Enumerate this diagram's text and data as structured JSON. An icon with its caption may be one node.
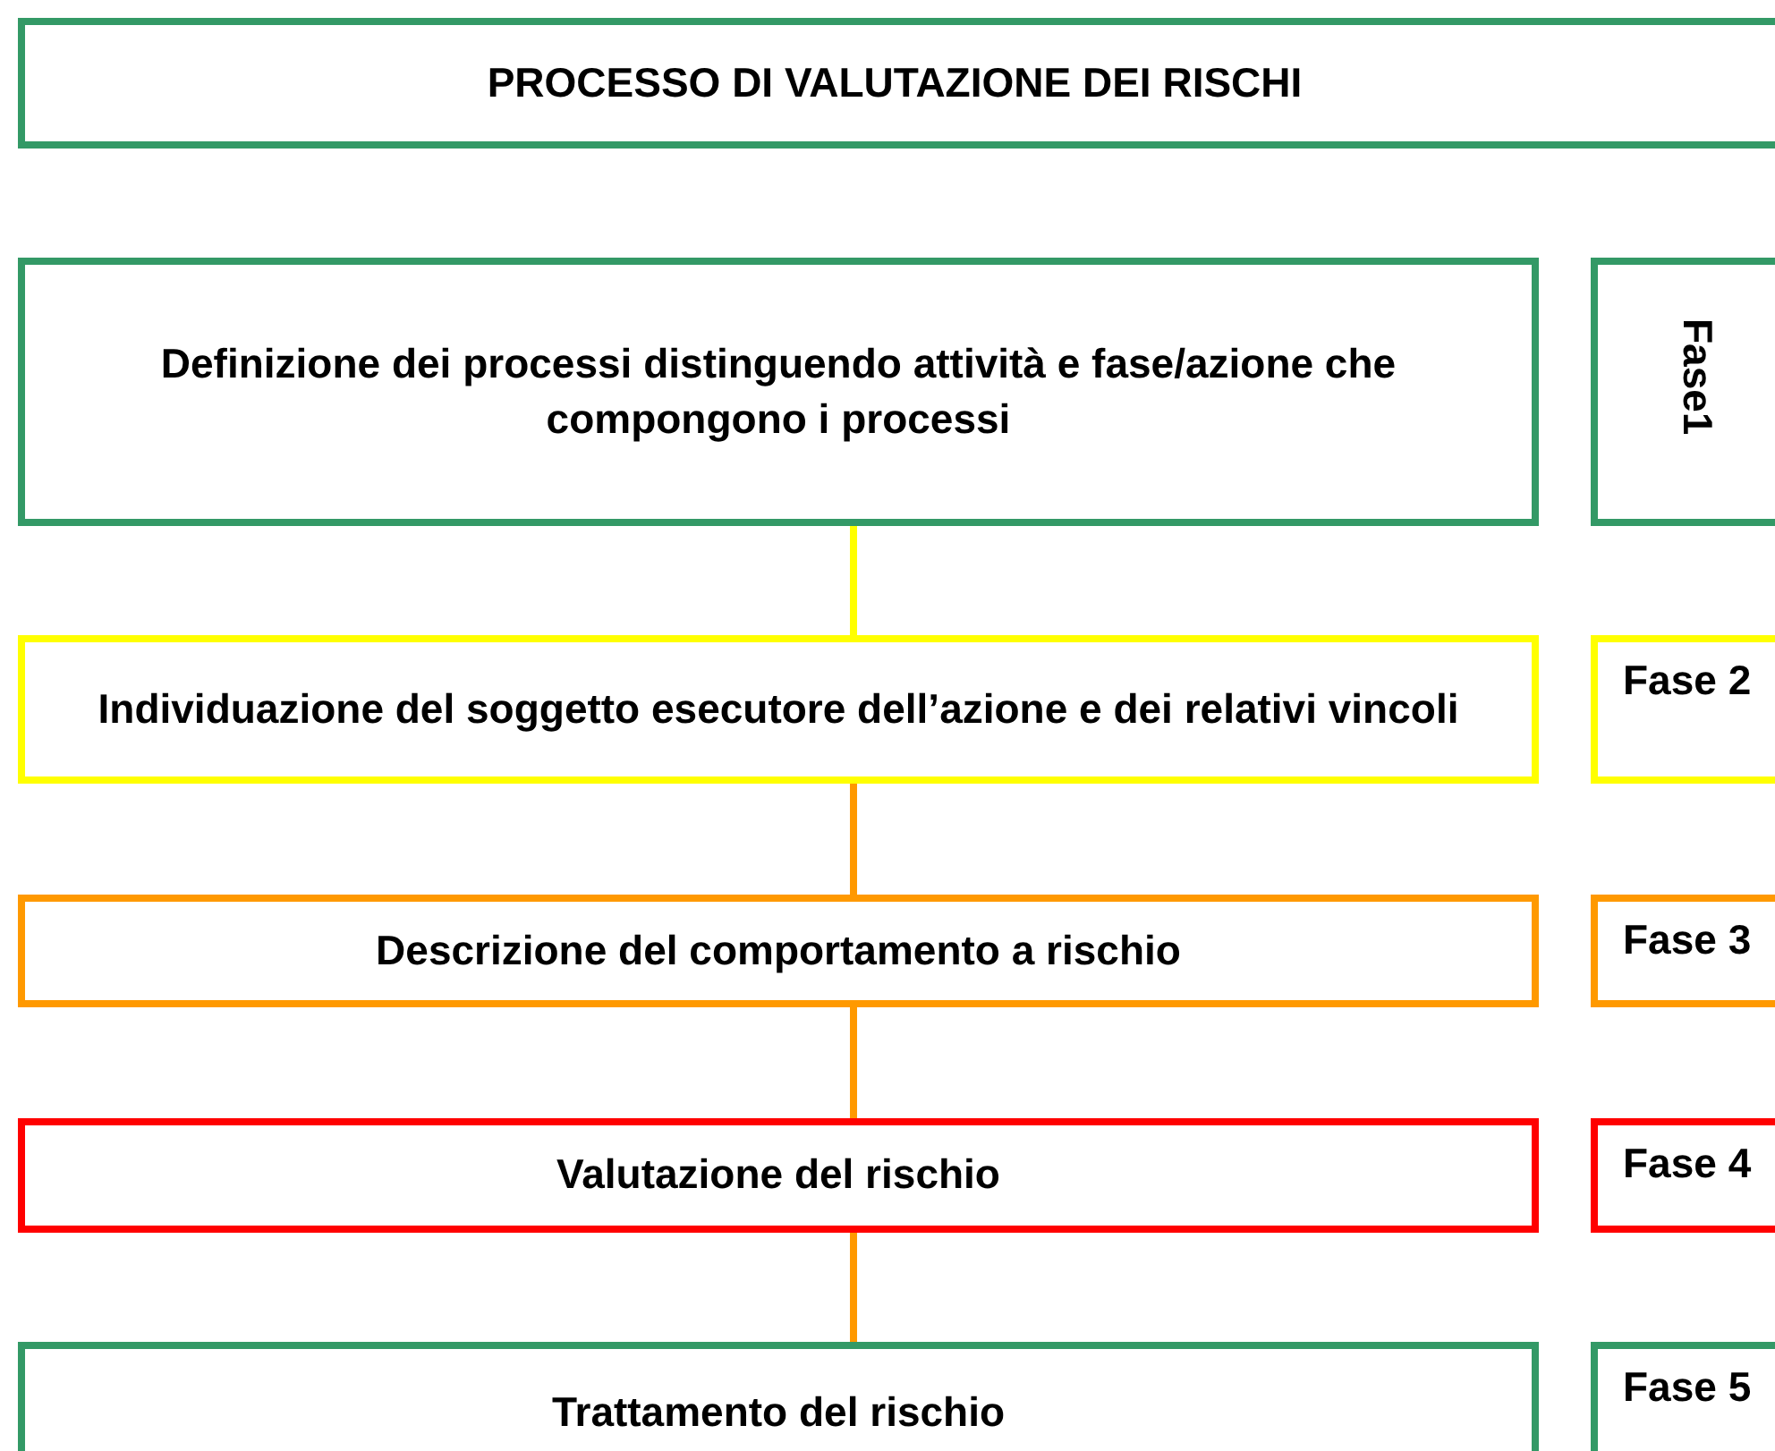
{
  "diagram": {
    "title": "PROCESSO DI VALUTAZIONE DEI RISCHI",
    "nodes": [
      {
        "text": [
          "Definizione dei processi distinguendo attività e fase/azione che compongono i processi"
        ]
      },
      {
        "text": [
          "Individuazione del soggetto esecutore dell’azione e dei relativi vincoli"
        ]
      },
      {
        "text": [
          "Descrizione del comportamento a rischio"
        ]
      },
      {
        "text": [
          "Valutazione del rischio"
        ]
      },
      {
        "text": [
          "Trattamento del rischio"
        ]
      },
      {
        "text": [
          "Fase1"
        ]
      },
      {
        "text": [
          "Fase 2"
        ]
      },
      {
        "text": [
          "Fase 3"
        ]
      },
      {
        "text": [
          "Fase 4"
        ]
      },
      {
        "text": [
          "Fase 5"
        ]
      }
    ],
    "edges": [
      {
        "from": 0,
        "to": 1,
        "arrow": "none",
        "color": "#ffff00"
      },
      {
        "from": 1,
        "to": 2,
        "arrow": "none"
      },
      {
        "from": 2,
        "to": 3,
        "arrow": "none"
      },
      {
        "from": 3,
        "to": 4,
        "arrow": "none"
      }
    ]
  }
}
